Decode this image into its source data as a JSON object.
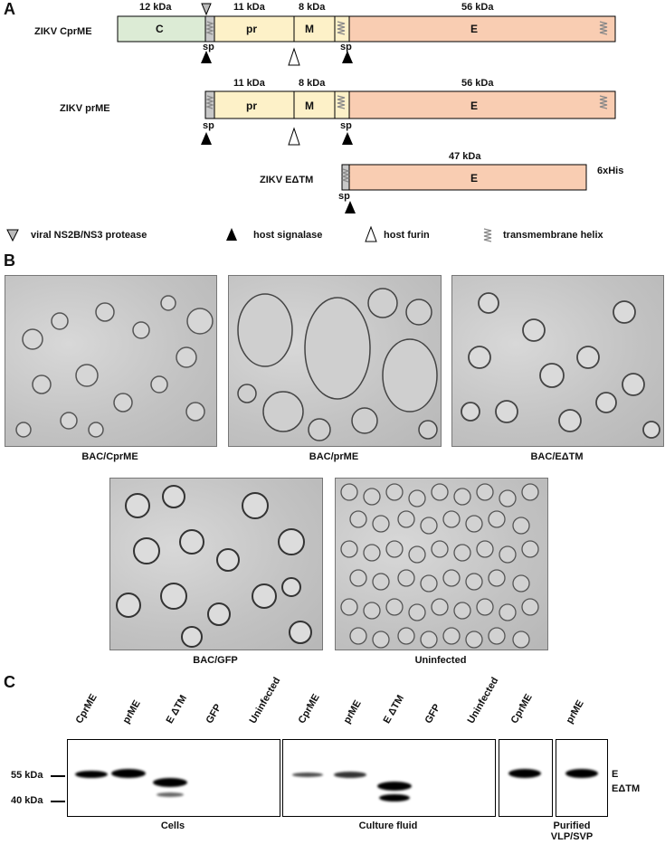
{
  "panels": {
    "a": "A",
    "b": "B",
    "c": "C"
  },
  "constructs": [
    {
      "name": "ZIKV CprME",
      "kda": {
        "c": "12 kDa",
        "pr": "11 kDa",
        "m": "8 kDa",
        "e": "56 kDa"
      },
      "domains": {
        "c": "C",
        "pr": "pr",
        "m": "M",
        "e": "E"
      },
      "sp": [
        "sp",
        "sp"
      ]
    },
    {
      "name": "ZIKV prME",
      "kda": {
        "pr": "11 kDa",
        "m": "8 kDa",
        "e": "56 kDa"
      },
      "domains": {
        "pr": "pr",
        "m": "M",
        "e": "E"
      },
      "sp": [
        "sp",
        "sp"
      ]
    },
    {
      "name": "ZIKV EΔTM",
      "kda": {
        "e": "47 kDa"
      },
      "domains": {
        "e": "E"
      },
      "sp": [
        "sp"
      ],
      "tag": "6xHis"
    }
  ],
  "legend": {
    "protease": "viral NS2B/NS3 protease",
    "signalase": "host signalase",
    "furin": "host furin",
    "helix": "transmembrane helix"
  },
  "micrographs": [
    "BAC/CprME",
    "BAC/prME",
    "BAC/EΔTM",
    "BAC/GFP",
    "Uninfected"
  ],
  "blot": {
    "groups": [
      {
        "title": "Cells",
        "lanes": [
          "CprME",
          "prME",
          "E ΔTM",
          "GFP",
          "Uninfected"
        ]
      },
      {
        "title": "Culture fluid",
        "lanes": [
          "CprME",
          "prME",
          "E ΔTM",
          "GFP",
          "Uninfected"
        ]
      },
      {
        "title_line1": "Purified",
        "title_line2": "VLP/SVP",
        "lanes": [
          "CprME",
          "prME"
        ]
      }
    ],
    "markers": [
      "55 kDa",
      "40 kDa"
    ],
    "bands": [
      "E",
      "EΔTM"
    ]
  },
  "colors": {
    "capsid": "#dcebd5",
    "prm": "#fdf1c8",
    "env": "#f9cdb2",
    "tm": "#c8c8c8"
  }
}
